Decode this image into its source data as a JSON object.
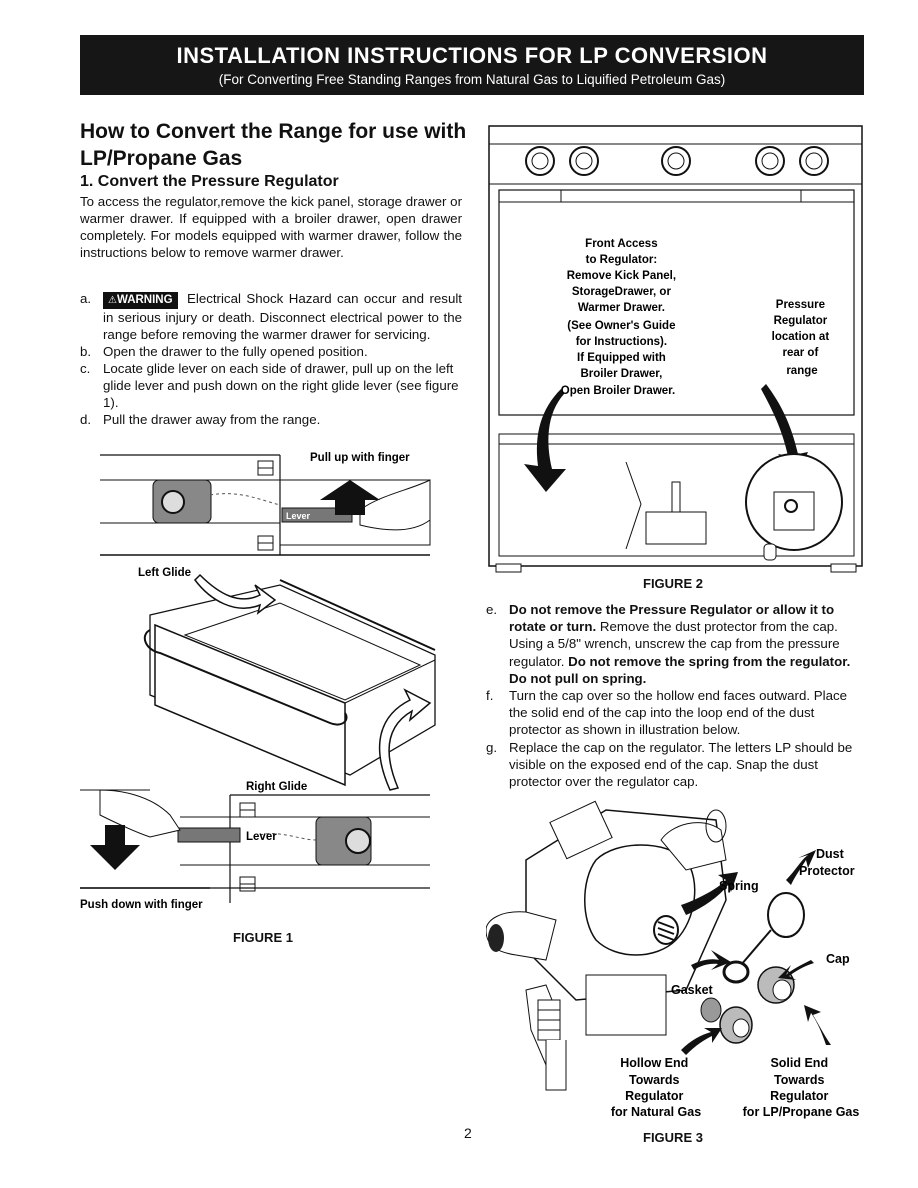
{
  "header": {
    "title": "INSTALLATION INSTRUCTIONS FOR LP CONVERSION",
    "subtitle": "(For Converting Free Standing Ranges from Natural Gas to Liquified Petroleum Gas)"
  },
  "section": {
    "title": "How to Convert the Range for use with LP/Propane Gas",
    "step1": "1.  Convert the Pressure Regulator",
    "intro": "To access the regulator,remove the kick panel, storage drawer or warmer drawer.  If equipped with a broiler drawer, open drawer completely.  For models equipped with warmer drawer, follow the instructions below to remove warmer drawer.",
    "items": [
      {
        "letter": "a.",
        "warning_label": "WARNING",
        "text": " Electrical Shock Hazard can occur and result in serious injury or death. Disconnect electrical power to the range before removing the warmer drawer for servicing."
      },
      {
        "letter": "b.",
        "text": "Open the drawer to the fully opened position."
      },
      {
        "letter": "c.",
        "text": "Locate glide lever on each side of drawer, pull up on the left glide lever and push down on the right glide lever (see figure 1)."
      },
      {
        "letter": "d.",
        "text": "Pull the drawer away from the range."
      }
    ]
  },
  "figure1": {
    "caption": "FIGURE 1",
    "pull_up": "Pull up with finger",
    "lever_top": "Lever",
    "left_glide": "Left Glide",
    "right_glide": "Right Glide",
    "lever_bottom": "Lever",
    "push_down": "Push down with finger"
  },
  "figure2": {
    "caption": "FIGURE 2",
    "front_access": [
      "Front Access",
      "to Regulator:",
      "Remove Kick Panel,",
      "StorageDrawer, or",
      "Warmer Drawer.",
      "(See Owner's Guide",
      "for Instructions).",
      "If Equipped with",
      "Broiler Drawer,",
      "Open Broiler Drawer."
    ],
    "pressure_reg": [
      "Pressure",
      "Regulator",
      "location at",
      "rear of",
      "range"
    ]
  },
  "right_items": [
    {
      "letter": "e.",
      "bold1": "Do not remove the Pressure Regulator or allow it to rotate or turn.",
      "text1": " Remove the dust protector from the cap.  Using a 5/8\" wrench, unscrew the cap from the pressure regulator. ",
      "bold2": "Do not remove the spring from the regulator.  Do not pull on spring."
    },
    {
      "letter": "f.",
      "text1": "Turn the cap over so the hollow end faces outward. Place the solid end of the cap into the loop end of the dust protector as shown in illustration below."
    },
    {
      "letter": "g.",
      "text1": "Replace the cap on the regulator. The letters LP should be visible on the exposed end of the cap. Snap the dust protector over the regulator cap."
    }
  ],
  "figure3": {
    "caption": "FIGURE 3",
    "dust_protector": [
      "Dust",
      "Protector"
    ],
    "spring": "Spring",
    "cap": "Cap",
    "gasket": "Gasket",
    "hollow_end": [
      "Hollow End",
      "Towards",
      "Regulator",
      "for Natural Gas"
    ],
    "solid_end": [
      "Solid End",
      "Towards",
      "Regulator",
      "for LP/Propane Gas"
    ]
  },
  "page_number": "2"
}
